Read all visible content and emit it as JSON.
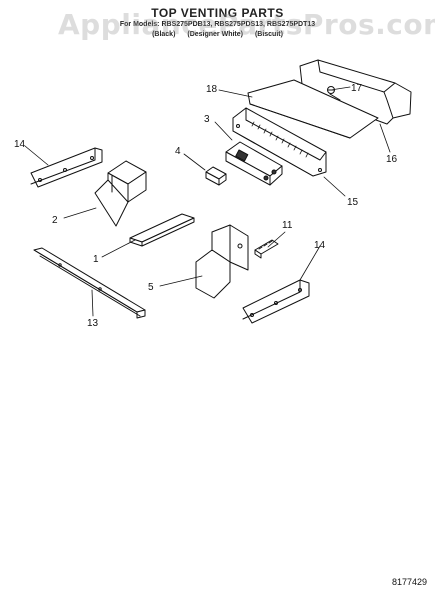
{
  "header": {
    "title": "TOP VENTING PARTS",
    "model_line": "For Models: RBS275PDB13, RBS275PDS13, RBS275PDT13",
    "color_black": "(Black)",
    "color_white": "(Designer White)",
    "color_biscuit": "(Biscuit)"
  },
  "watermark": "AppliancePartsPros.com",
  "callouts": {
    "c1": "1",
    "c2": "2",
    "c3": "3",
    "c4": "4",
    "c5": "5",
    "c11": "11",
    "c13": "13",
    "c14a": "14",
    "c14b": "14",
    "c15": "15",
    "c16": "16",
    "c17": "17",
    "c18": "18"
  },
  "footer": {
    "part_code": "8177429"
  }
}
